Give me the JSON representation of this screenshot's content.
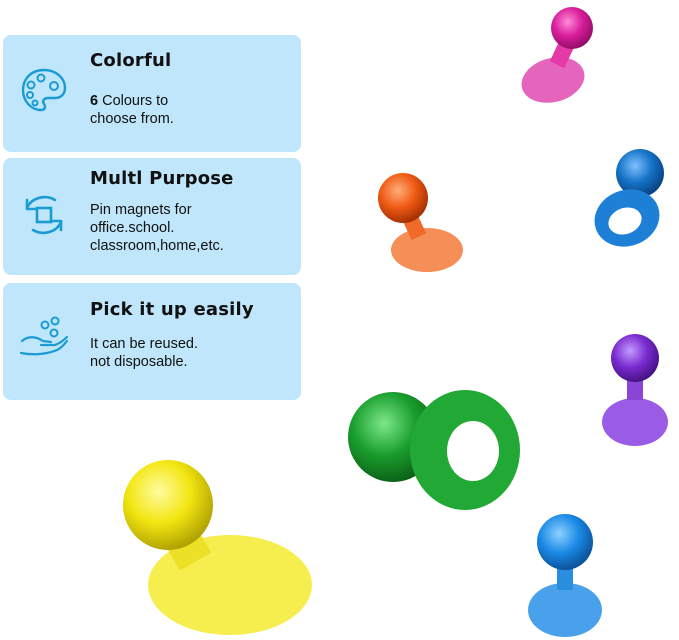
{
  "features": [
    {
      "icon": "palette-icon",
      "title": "Colorful",
      "desc_lines": [
        "6 Colours to",
        "choose from."
      ]
    },
    {
      "icon": "rotate-square-icon",
      "title": "Multl Purpose",
      "desc_lines": [
        "Pin magnets for",
        "office.school.",
        "classroom,home,etc."
      ]
    },
    {
      "icon": "hand-bubbles-icon",
      "title": "Pick it up easily",
      "desc_lines": [
        "It can be reused.",
        "not disposable."
      ]
    }
  ],
  "colors": {
    "card_bg": "#bfe6fa",
    "icon_stroke": "#1a9bd4"
  },
  "magnets": [
    {
      "name": "magenta",
      "color": "#d81d9a"
    },
    {
      "name": "orange",
      "color": "#f05a14"
    },
    {
      "name": "blue",
      "color": "#1573c7"
    },
    {
      "name": "purple",
      "color": "#7a2bd0"
    },
    {
      "name": "green",
      "color": "#1a9e2e"
    },
    {
      "name": "yellow",
      "color": "#f2e611"
    },
    {
      "name": "light-blue",
      "color": "#1a8ae6"
    }
  ]
}
